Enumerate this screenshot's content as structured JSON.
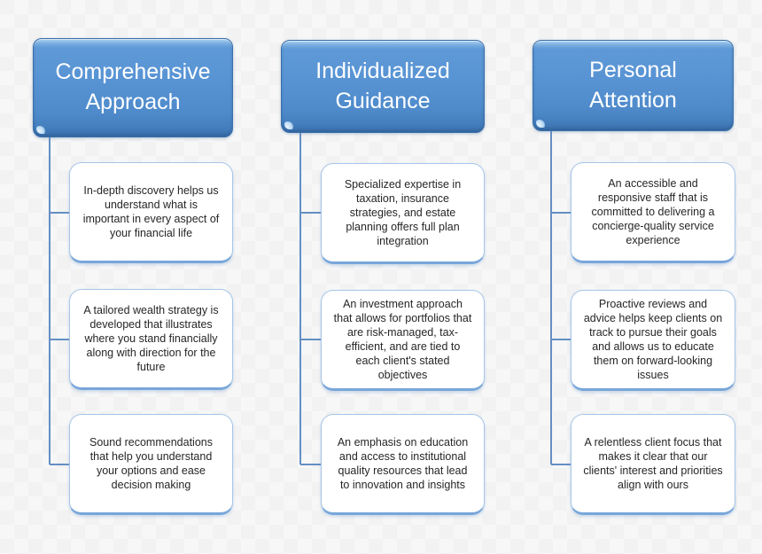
{
  "diagram": {
    "type": "smartart-hierarchy",
    "colors": {
      "header_blue": "#5793d3",
      "header_highlight": "#aed4f2",
      "connector_blue": "#648fc4",
      "child_border_blue": "#a7c6e8",
      "child_border_bottom_blue": "#78a6da",
      "text_dark": "#262626",
      "text_light": "#ffffff",
      "background_gray": "#f5f5f5"
    }
  },
  "columns": [
    {
      "title": "Comprehensive Approach",
      "items": [
        "In-depth discovery helps us understand what is important in every aspect of your financial life",
        "A tailored wealth strategy is developed that illustrates where you stand financially along with direction for the future",
        "Sound recommendations that help you understand your options and ease decision making"
      ]
    },
    {
      "title": "Individualized Guidance",
      "items": [
        "Specialized expertise in taxation, insurance strategies, and estate planning offers full plan integration",
        "An investment approach that allows for portfolios that are risk-managed, tax-efficient, and are tied to each client's stated objectives",
        "An emphasis on education and access to institutional quality resources that lead to innovation and insights"
      ]
    },
    {
      "title": "Personal Attention",
      "items": [
        "An accessible and responsive staff that is committed to delivering a concierge-quality service experience",
        "Proactive reviews and advice helps keep clients on track to pursue their goals and allows us to educate them on forward-looking issues",
        "A relentless client focus that makes it clear that our clients' interest and priorities align with ours"
      ]
    }
  ]
}
